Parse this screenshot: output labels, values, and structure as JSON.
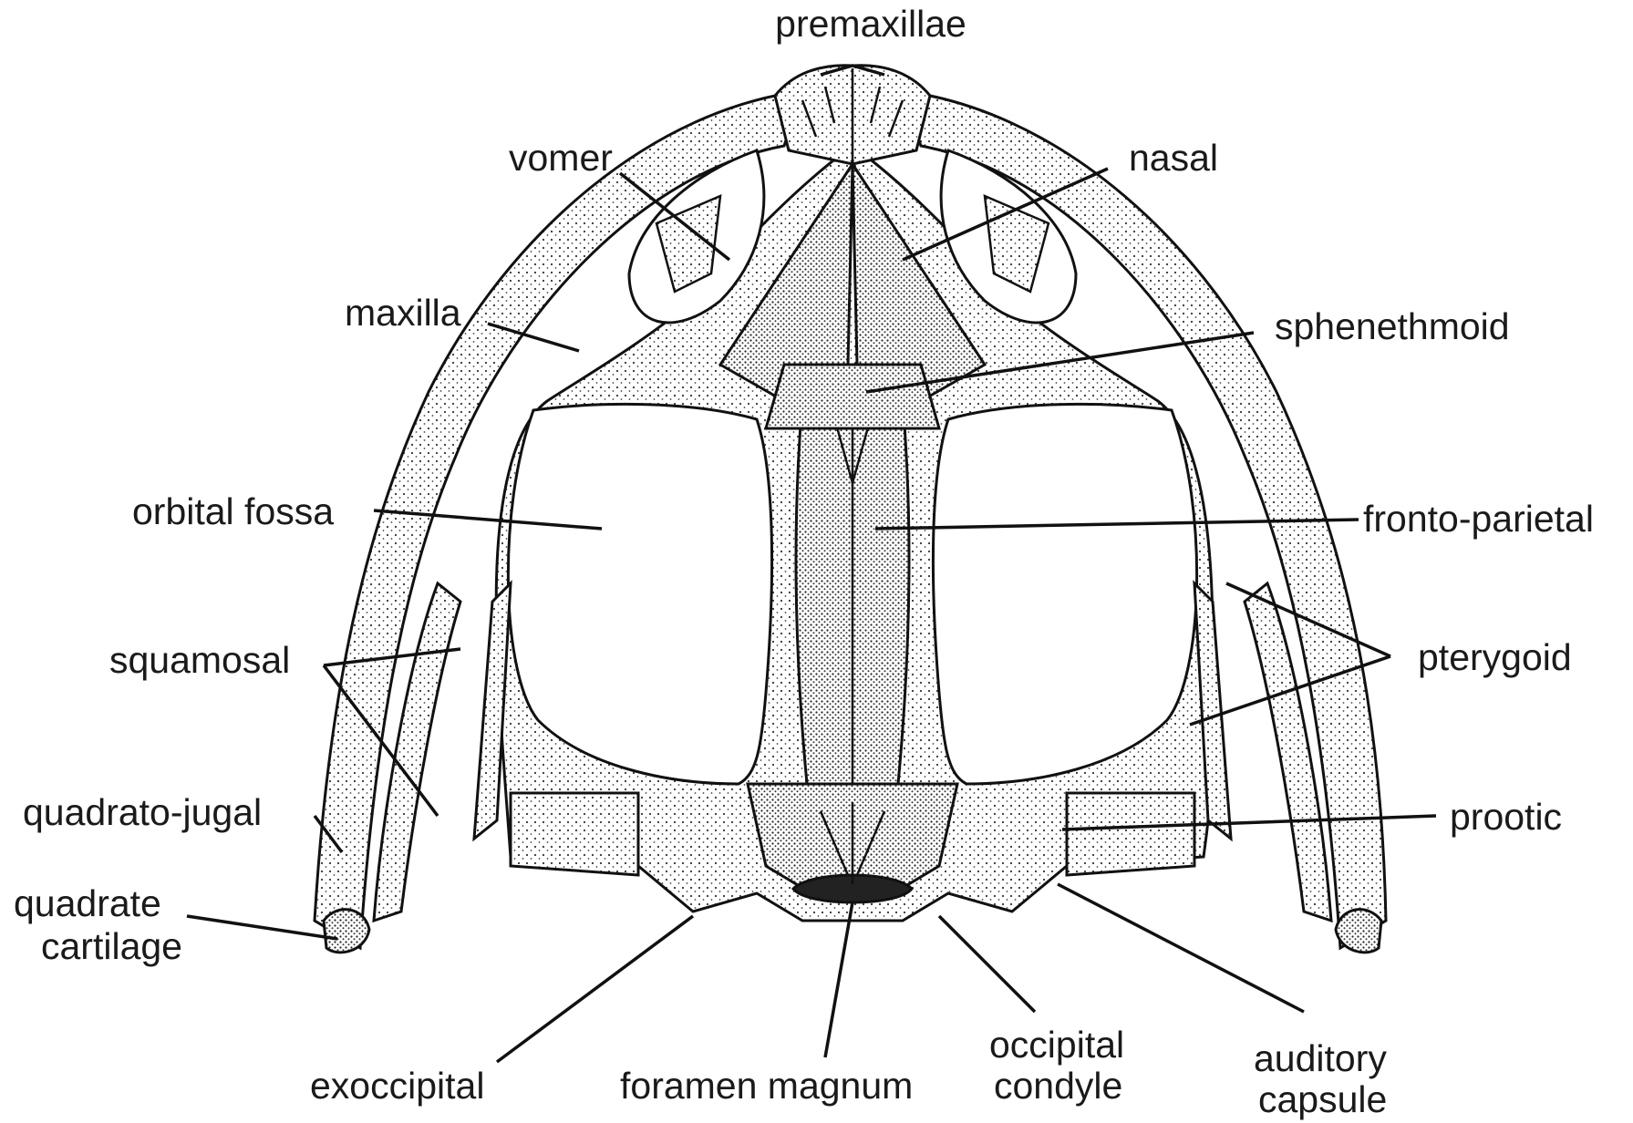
{
  "labels": {
    "premaxillae": "premaxillae",
    "vomer": "vomer",
    "nasal": "nasal",
    "maxilla": "maxilla",
    "sphenethmoid": "sphenethmoid",
    "orbital_fossa": "orbital fossa",
    "fronto_parietal": "fronto-parietal",
    "squamosal": "squamosal",
    "pterygoid": "pterygoid",
    "quadrato_jugal": "quadrato-jugal",
    "prootic": "prootic",
    "quadrate_cartilage_1": "quadrate",
    "quadrate_cartilage_2": "cartilage",
    "exoccipital": "exoccipital",
    "foramen_magnum": "foramen magnum",
    "occipital_condyle_1": "occipital",
    "occipital_condyle_2": "condyle",
    "auditory_capsule_1": "auditory",
    "auditory_capsule_2": "capsule"
  },
  "colors": {
    "ink": "#111111",
    "bone": "#dcdcdc",
    "background": "#ffffff"
  }
}
